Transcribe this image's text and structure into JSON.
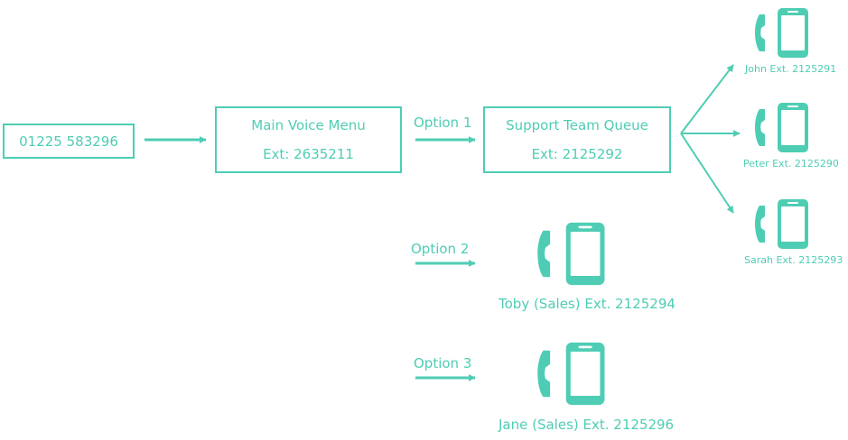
{
  "colors": {
    "accent": "#4ecdb4",
    "background": "#ffffff"
  },
  "nodes": {
    "phone_number": {
      "label": "01225 583296"
    },
    "main_menu": {
      "title": "Main Voice Menu",
      "ext": "Ext: 2635211"
    },
    "support_queue": {
      "title": "Support Team Queue",
      "ext": "Ext: 2125292"
    }
  },
  "options": {
    "option1": "Option 1",
    "option2": "Option 2",
    "option3": "Option 3"
  },
  "agents": {
    "john": {
      "label": "John Ext. 2125291",
      "icon": "phone-icon"
    },
    "peter": {
      "label": "Peter Ext. 2125290",
      "icon": "phone-icon"
    },
    "sarah": {
      "label": "Sarah Ext. 2125293",
      "icon": "phone-icon"
    },
    "toby": {
      "label": "Toby (Sales) Ext. 2125294",
      "icon": "phone-icon"
    },
    "jane": {
      "label": "Jane (Sales) Ext. 2125296",
      "icon": "phone-icon"
    }
  }
}
